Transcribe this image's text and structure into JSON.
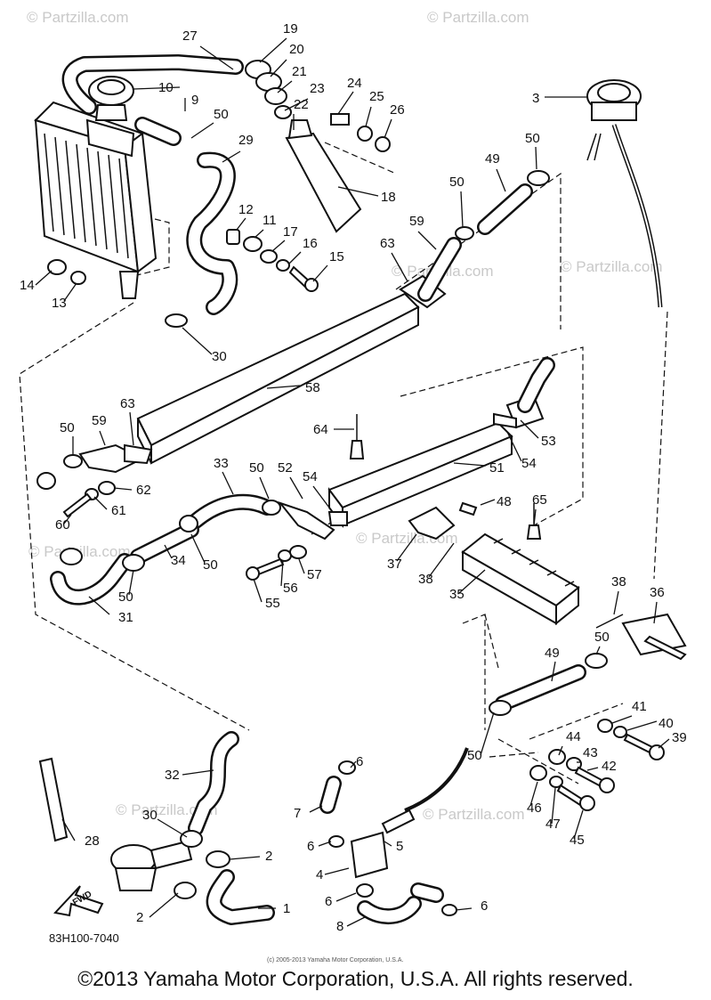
{
  "watermarks": [
    {
      "text": "© Partzilla.com"
    },
    {
      "text": "© Partzilla.com"
    },
    {
      "text": "© Partzilla.com"
    },
    {
      "text": "© Partzilla.com"
    },
    {
      "text": "© Partzilla.com"
    },
    {
      "text": "© Partzilla.com"
    },
    {
      "text": "© Partzilla.com"
    },
    {
      "text": "© Partzilla.com"
    }
  ],
  "callouts": [
    {
      "label": "27"
    },
    {
      "label": "19"
    },
    {
      "label": "20"
    },
    {
      "label": "21"
    },
    {
      "label": "10"
    },
    {
      "label": "9"
    },
    {
      "label": "23"
    },
    {
      "label": "22"
    },
    {
      "label": "24"
    },
    {
      "label": "25"
    },
    {
      "label": "26"
    },
    {
      "label": "3"
    },
    {
      "label": "50"
    },
    {
      "label": "29"
    },
    {
      "label": "18"
    },
    {
      "label": "50"
    },
    {
      "label": "49"
    },
    {
      "label": "12"
    },
    {
      "label": "11"
    },
    {
      "label": "17"
    },
    {
      "label": "16"
    },
    {
      "label": "15"
    },
    {
      "label": "50"
    },
    {
      "label": "59"
    },
    {
      "label": "63"
    },
    {
      "label": "14"
    },
    {
      "label": "13"
    },
    {
      "label": "30"
    },
    {
      "label": "58"
    },
    {
      "label": "63"
    },
    {
      "label": "64"
    },
    {
      "label": "53"
    },
    {
      "label": "54"
    },
    {
      "label": "50"
    },
    {
      "label": "59"
    },
    {
      "label": "33"
    },
    {
      "label": "50"
    },
    {
      "label": "52"
    },
    {
      "label": "54"
    },
    {
      "label": "51"
    },
    {
      "label": "62"
    },
    {
      "label": "61"
    },
    {
      "label": "60"
    },
    {
      "label": "48"
    },
    {
      "label": "65"
    },
    {
      "label": "50"
    },
    {
      "label": "34"
    },
    {
      "label": "57"
    },
    {
      "label": "56"
    },
    {
      "label": "55"
    },
    {
      "label": "37"
    },
    {
      "label": "38"
    },
    {
      "label": "50"
    },
    {
      "label": "31"
    },
    {
      "label": "35"
    },
    {
      "label": "38"
    },
    {
      "label": "36"
    },
    {
      "label": "50"
    },
    {
      "label": "49"
    },
    {
      "label": "41"
    },
    {
      "label": "40"
    },
    {
      "label": "39"
    },
    {
      "label": "44"
    },
    {
      "label": "43"
    },
    {
      "label": "50"
    },
    {
      "label": "42"
    },
    {
      "label": "46"
    },
    {
      "label": "47"
    },
    {
      "label": "45"
    },
    {
      "label": "32"
    },
    {
      "label": "6"
    },
    {
      "label": "7"
    },
    {
      "label": "28"
    },
    {
      "label": "30"
    },
    {
      "label": "2"
    },
    {
      "label": "6"
    },
    {
      "label": "5"
    },
    {
      "label": "4"
    },
    {
      "label": "6"
    },
    {
      "label": "6"
    },
    {
      "label": "2"
    },
    {
      "label": "1"
    },
    {
      "label": "8"
    }
  ],
  "fwd_label": "FWD",
  "diagram_code": "83H100-7040",
  "small_copyright": "(c) 2005-2013 Yamaha Motor Corporation, U.S.A.",
  "copyright": "©2013 Yamaha Motor Corporation, U.S.A. All rights reserved."
}
